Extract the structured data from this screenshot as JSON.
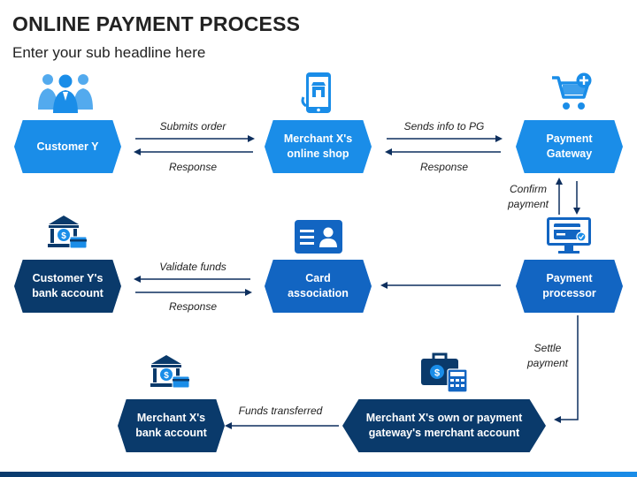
{
  "title": "ONLINE PAYMENT PROCESS",
  "subtitle": "Enter your sub headline here",
  "nodes": {
    "customer_y": "Customer Y",
    "merchant_shop": "Merchant X's\nonline shop",
    "payment_gateway": "Payment\nGateway",
    "customer_bank": "Customer Y's\nbank account",
    "card_association": "Card\nassociation",
    "payment_processor": "Payment\nprocessor",
    "merchant_bank": "Merchant X's\nbank account",
    "merchant_account": "Merchant X's own or payment\ngateway's merchant account"
  },
  "edges": {
    "submits_order": "Submits order",
    "response_1": "Response",
    "sends_info": "Sends info to PG",
    "response_2": "Response",
    "confirm_payment": "Confirm\npayment",
    "validate_funds": "Validate funds",
    "response_3": "Response",
    "settle_payment": "Settle\npayment",
    "funds_transferred": "Funds transferred"
  },
  "colors": {
    "light": "#1a8de8",
    "mid": "#1265c2",
    "dark": "#0a3a6b",
    "arrow": "#0d2f5e",
    "icon": "#1a8de8"
  },
  "icons": {
    "customer_y": "people-group-icon",
    "merchant_shop": "smartphone-shop-icon",
    "payment_gateway": "shopping-cart-plus-icon",
    "customer_bank": "bank-card-icon",
    "card_association": "id-card-icon",
    "payment_processor": "monitor-card-icon",
    "merchant_bank": "bank-card-icon",
    "merchant_account": "briefcase-calculator-icon"
  }
}
